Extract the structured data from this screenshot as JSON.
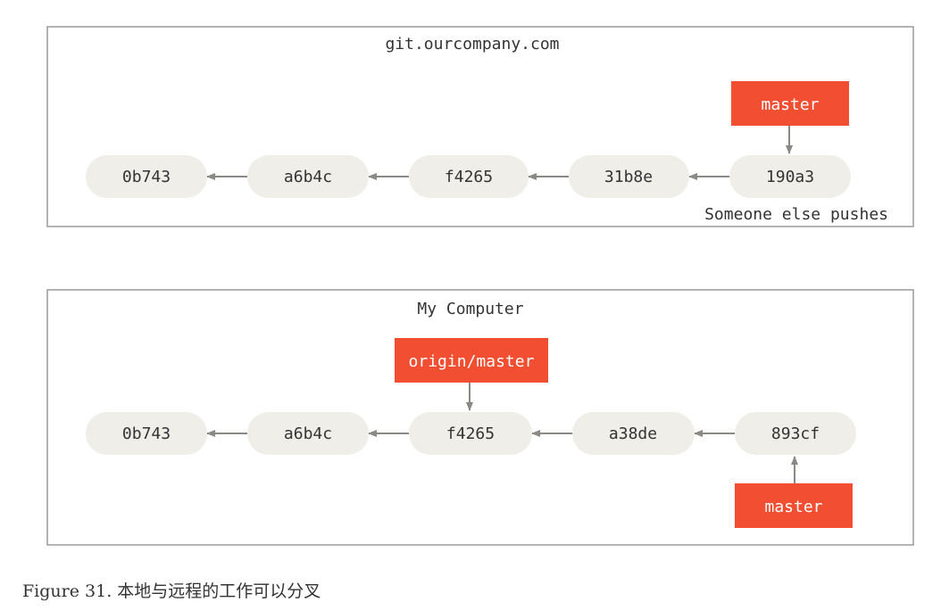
{
  "colors": {
    "branch": "#f14e32",
    "commit": "#efeee9",
    "arrow": "#8a8985",
    "frame": "#9a9a9a",
    "text": "#333333"
  },
  "remote": {
    "title": "git.ourcompany.com",
    "commits": [
      "0b743",
      "a6b4c",
      "f4265",
      "31b8e",
      "190a3"
    ],
    "branch": "master",
    "note": "Someone else pushes"
  },
  "local": {
    "title": "My Computer",
    "commits": [
      "0b743",
      "a6b4c",
      "f4265",
      "a38de",
      "893cf"
    ],
    "remote_branch": "origin/master",
    "branch": "master"
  },
  "caption": "Figure 31. 本地与远程的工作可以分叉"
}
